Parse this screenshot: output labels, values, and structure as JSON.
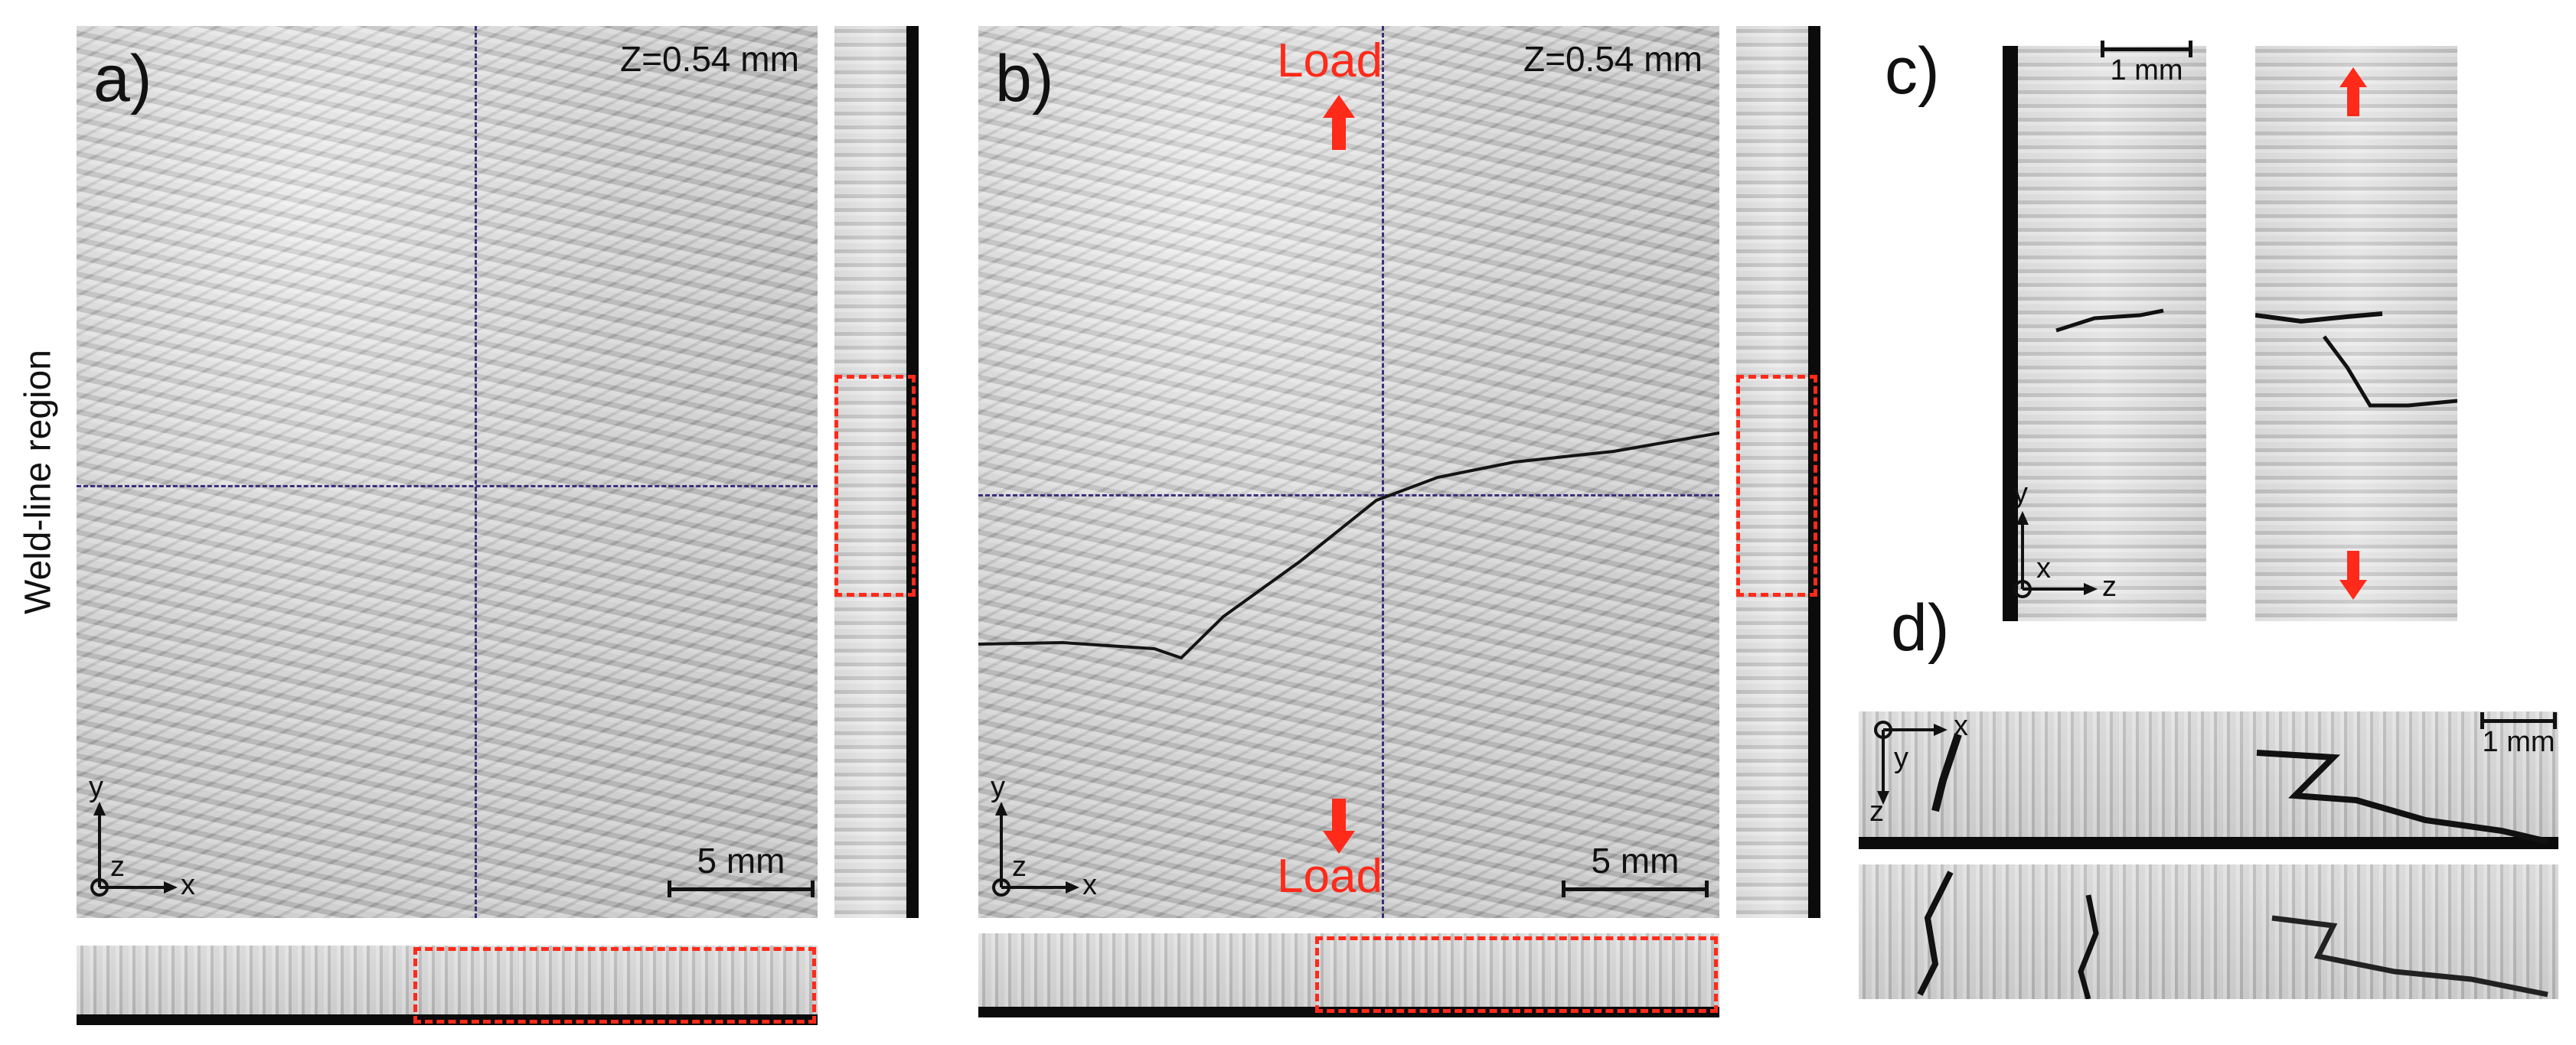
{
  "figure": {
    "side_label": "Weld-line region",
    "colors": {
      "roi": "#ff2a1a",
      "guide": "#3a2f7a",
      "text": "#111111"
    },
    "panel_a": {
      "label": "a)",
      "z_label": "Z=0.54 mm",
      "scale_label": "5 mm",
      "axes": {
        "y": "y",
        "z": "z",
        "x": "x"
      }
    },
    "panel_b": {
      "label": "b)",
      "z_label": "Z=0.54 mm",
      "scale_label": "5 mm",
      "load_top": "Load",
      "load_bottom": "Load",
      "axes": {
        "y": "y",
        "z": "z",
        "x": "x"
      }
    },
    "panel_c": {
      "label": "c)",
      "scale_label": "1 mm",
      "axes": {
        "y": "y",
        "x": "x",
        "z": "z"
      }
    },
    "panel_d": {
      "label": "d)",
      "scale_label": "1 mm",
      "axes": {
        "x": "x",
        "y": "y",
        "z": "z"
      }
    }
  }
}
